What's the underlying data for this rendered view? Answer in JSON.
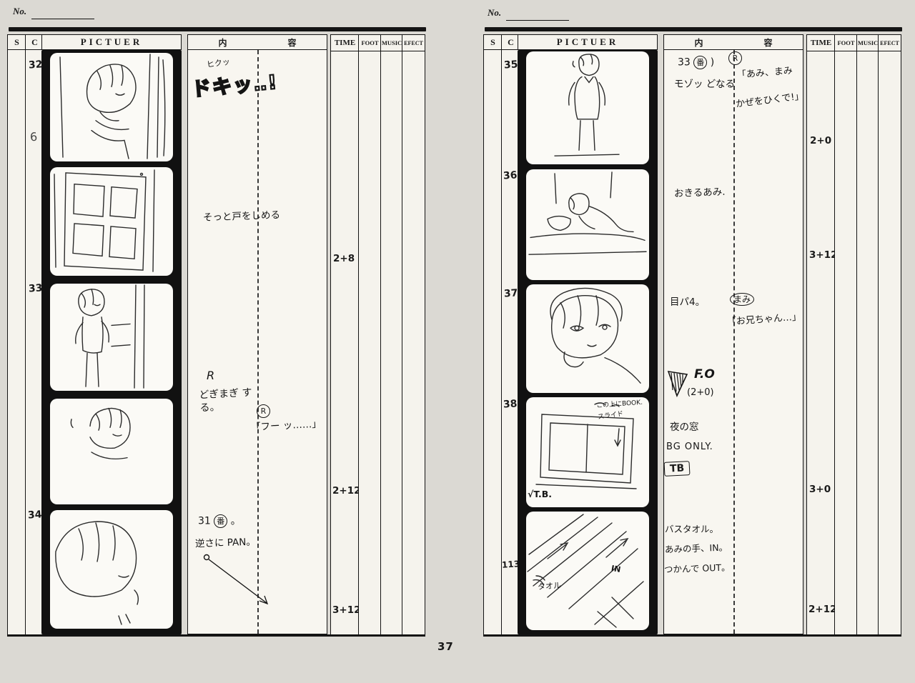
{
  "page_number": "37",
  "no_label": "No.",
  "header": {
    "s": "S",
    "c": "C",
    "picture": "PICTUER",
    "content_left": "内",
    "content_right": "容",
    "time": "TIME",
    "foot": "FOOT",
    "music": "MUSIC",
    "effect": "EFECT"
  },
  "left": {
    "cuts": {
      "c1": "32",
      "stray": "6",
      "c2": "33",
      "c3": "34"
    },
    "notes": {
      "hiku": "ヒクッ",
      "doki": "ドキッ‥!",
      "sotto": "そっと戸をしめる",
      "r_label": "R",
      "dogimagi": "どぎまぎ する。",
      "r_circle": "R",
      "fuu": "「フー ッ……」",
      "cut31_num": "31",
      "cut31_circ": "番",
      "cut31_dot": "。",
      "pan": "逆さに PAN。"
    },
    "times": {
      "t1": "2+8",
      "t2": "2+12",
      "t3": "3+12"
    }
  },
  "right": {
    "cuts": {
      "c1": "35",
      "c2": "36",
      "c3": "37",
      "c4": "38",
      "c5": "113"
    },
    "notes": {
      "cut33_num": "33",
      "cut33_circ": "番",
      "cut33_paren": ")",
      "mozo": "モゾッ どなる",
      "r_circle": "R",
      "ami_mami": "「あみ、まみ",
      "kaze": "かぜをひくで!」",
      "okiru": "おきるあみ.",
      "mepa": "目パ4。",
      "mami_circ": "まみ",
      "oniichan": "「お兄ちゃん…」",
      "fo": "F.O",
      "fo_time": "(2+0)",
      "yoru": "夜の窓",
      "bgonly": "BG ONLY.",
      "tb_box": "TB",
      "basutaoru": "バスタオル。",
      "aminote": "あみの手、IN。",
      "tsukande": "つかんで OUT。"
    },
    "frame_labels": {
      "tb_check": "√T.B.",
      "book": "この上にBOOK.",
      "slide": "スライド",
      "towel": "タオル",
      "in_label": "IN"
    },
    "times": {
      "t1": "2+0",
      "t2": "3+12",
      "t3": "3+0",
      "t4": "2+12"
    }
  }
}
